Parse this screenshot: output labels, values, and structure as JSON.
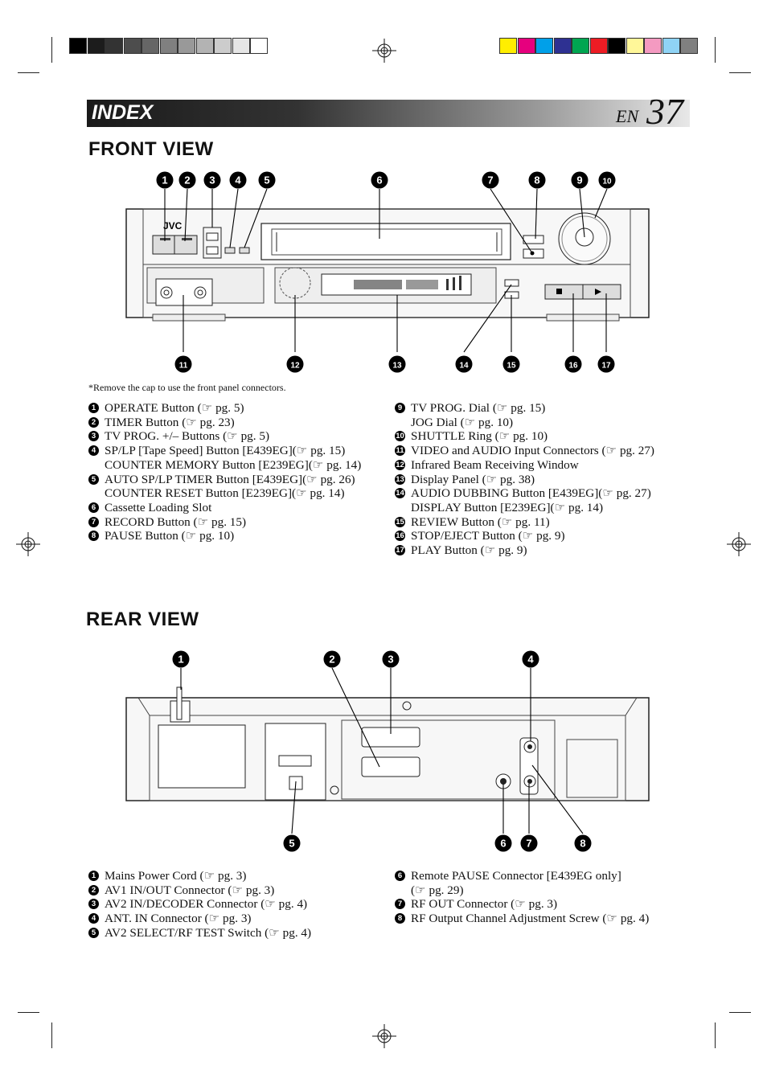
{
  "header": {
    "title": "INDEX",
    "lang": "EN",
    "page_number": "37"
  },
  "front_view": {
    "heading": "FRONT VIEW",
    "note": "*Remove the cap to use the front panel connectors.",
    "device_labels": {
      "brand": "JVC"
    },
    "callouts": [
      "1",
      "2",
      "3",
      "4",
      "5",
      "6",
      "7",
      "8",
      "9",
      "10",
      "11",
      "12",
      "13",
      "14",
      "15",
      "16",
      "17"
    ],
    "left_column": [
      {
        "num": "1",
        "text": "OPERATE Button (☞ pg. 5)"
      },
      {
        "num": "2",
        "text": "TIMER Button (☞ pg. 23)"
      },
      {
        "num": "3",
        "text": "TV PROG. +/– Buttons (☞ pg. 5)"
      },
      {
        "num": "4",
        "text": "SP/LP [Tape Speed] Button [E439EG](☞ pg. 15)",
        "cont": "COUNTER MEMORY Button [E239EG](☞ pg. 14)"
      },
      {
        "num": "5",
        "text": "AUTO SP/LP TIMER Button [E439EG](☞ pg. 26)",
        "cont": "COUNTER RESET Button [E239EG](☞ pg. 14)"
      },
      {
        "num": "6",
        "text": "Cassette Loading Slot"
      },
      {
        "num": "7",
        "text": "RECORD Button (☞ pg. 15)"
      },
      {
        "num": "8",
        "text": "PAUSE Button (☞ pg. 10)"
      }
    ],
    "right_column": [
      {
        "num": "9",
        "text": "TV PROG. Dial (☞ pg. 15)",
        "cont": "JOG Dial (☞ pg. 10)"
      },
      {
        "num": "10",
        "text": "SHUTTLE Ring (☞ pg. 10)"
      },
      {
        "num": "11",
        "text": "VIDEO and AUDIO Input Connectors (☞ pg. 27)"
      },
      {
        "num": "12",
        "text": "Infrared Beam Receiving Window"
      },
      {
        "num": "13",
        "text": "Display Panel (☞ pg. 38)"
      },
      {
        "num": "14",
        "text": "AUDIO DUBBING Button [E439EG](☞ pg. 27)",
        "cont": "DISPLAY Button [E239EG](☞ pg. 14)"
      },
      {
        "num": "15",
        "text": "REVIEW Button (☞ pg. 11)"
      },
      {
        "num": "16",
        "text": "STOP/EJECT Button (☞ pg. 9)"
      },
      {
        "num": "17",
        "text": "PLAY Button (☞ pg. 9)"
      }
    ]
  },
  "rear_view": {
    "heading": "REAR VIEW",
    "callouts": [
      "1",
      "2",
      "3",
      "4",
      "5",
      "6",
      "7",
      "8"
    ],
    "left_column": [
      {
        "num": "1",
        "text": "Mains Power Cord (☞ pg. 3)"
      },
      {
        "num": "2",
        "text": "AV1 IN/OUT Connector (☞ pg. 3)"
      },
      {
        "num": "3",
        "text": "AV2 IN/DECODER Connector (☞ pg. 4)"
      },
      {
        "num": "4",
        "text": "ANT. IN Connector (☞ pg. 3)"
      },
      {
        "num": "5",
        "text": "AV2 SELECT/RF TEST Switch (☞ pg. 4)"
      }
    ],
    "right_column": [
      {
        "num": "6",
        "text": "Remote PAUSE Connector [E439EG only]",
        "cont": "(☞ pg. 29)"
      },
      {
        "num": "7",
        "text": "RF OUT Connector (☞ pg. 3)"
      },
      {
        "num": "8",
        "text": "RF Output Channel Adjustment Screw (☞ pg. 4)"
      }
    ]
  },
  "colors": {
    "gray_swatches": [
      "#000000",
      "#1c1c1c",
      "#333333",
      "#4d4d4d",
      "#666666",
      "#808080",
      "#999999",
      "#b3b3b3",
      "#cccccc",
      "#e6e6e6",
      "#ffffff"
    ],
    "color_swatches": [
      "#ffee00",
      "#e6007e",
      "#00a0e9",
      "#2e3192",
      "#00a651",
      "#ed1c24",
      "#000000",
      "#fff799",
      "#f49ac1",
      "#8fd3f5",
      "#808080"
    ]
  }
}
